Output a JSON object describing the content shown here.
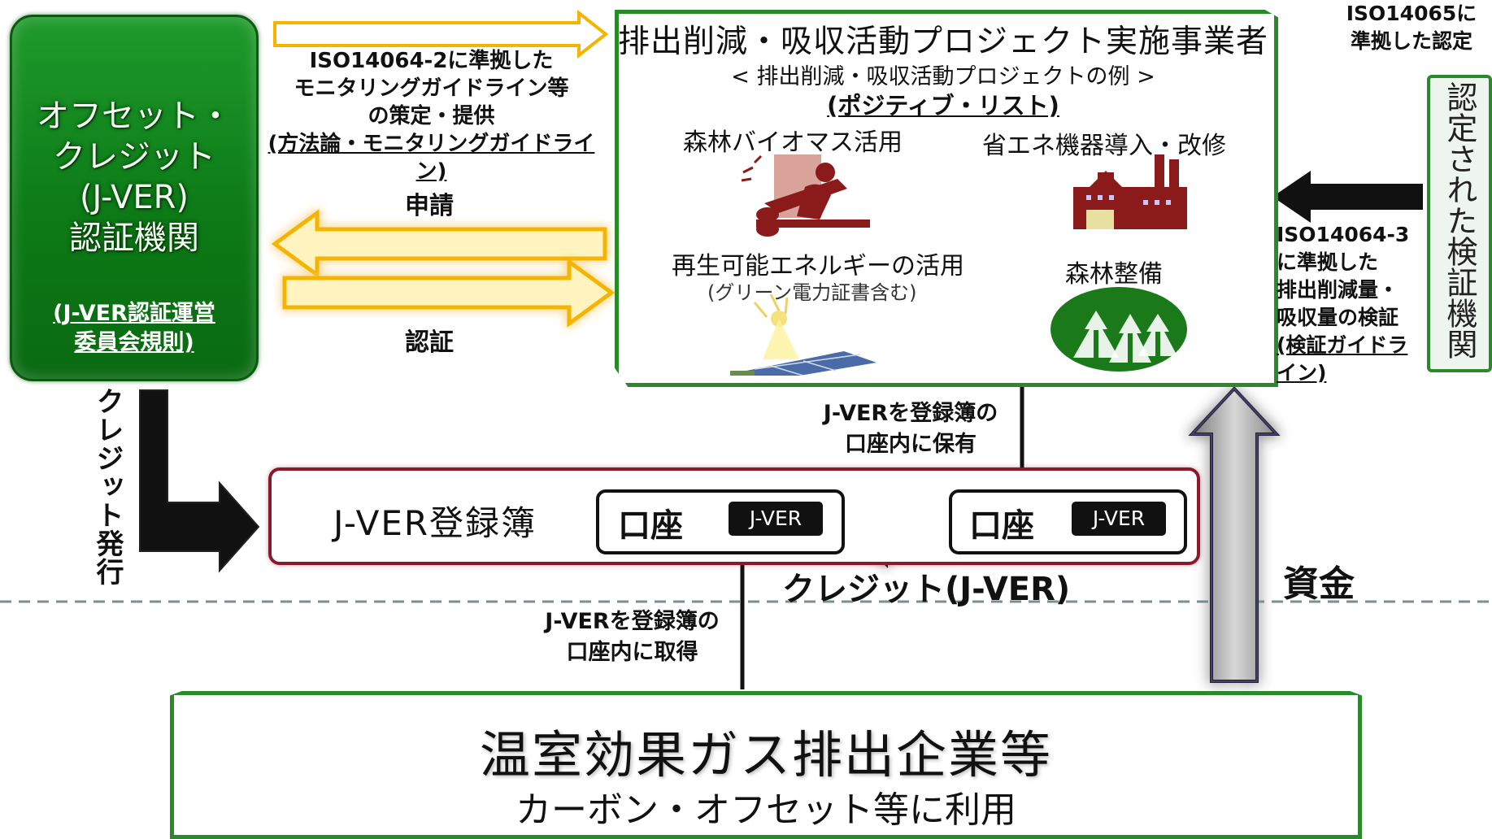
{
  "cert_body": {
    "title_lines": [
      "オフセット・",
      "クレジット",
      "(J-VER)",
      "認証機関"
    ],
    "rules_lines": [
      "(J-VER認証運営",
      "委員会規則)"
    ]
  },
  "guideline_label": [
    "ISO14064-2に準拠した",
    "モニタリングガイドライン等",
    "の策定・提供",
    "(方法論・モニタリングガイドライン)"
  ],
  "apply_label": "申請",
  "certify_label": "認証",
  "credit_issue_label": "クレジット発行",
  "project": {
    "title": "排出削減・吸収活動プロジェクト実施事業者",
    "subtitle": "< 排出削減・吸収活動プロジェクトの例 >",
    "positive_list": "(ポジティブ・リスト)",
    "examples": [
      {
        "label": "森林バイオマス活用",
        "icon": "chainsaw-worker-icon"
      },
      {
        "label": "省エネ機器導入・改修",
        "icon": "factory-icon"
      },
      {
        "label": "再生可能エネルギーの活用",
        "note": "(グリーン電力証書含む)",
        "icon": "solar-panel-icon"
      },
      {
        "label": "森林整備",
        "icon": "forest-icon"
      }
    ]
  },
  "iso14065_label": [
    "ISO14065に",
    "準拠した認定"
  ],
  "verifier_label": "認定された検証機関",
  "iso14064_3_label": [
    "ISO14064-3",
    "に準拠した",
    "排出削減量・",
    "吸収量の検証",
    "(検証ガイドラ",
    "イン)"
  ],
  "hold_label": [
    "J-VERを登録簿の",
    "口座内に保有"
  ],
  "registry": {
    "label": "J-VER登録簿",
    "account_label": "口座",
    "badge": "J-VER"
  },
  "credit_transfer_label": "クレジット(J-VER)",
  "acquire_label": [
    "J-VERを登録簿の",
    "口座内に取得"
  ],
  "funds_label": "資金",
  "emitter": {
    "title": "温室効果ガス排出企業等",
    "subtitle": "カーボン・オフセット等に利用"
  },
  "colors": {
    "green": "#1a8a22",
    "arrow_orange": "#f4b400",
    "registry_border": "#8a1a2a",
    "funds_arrow": "#9a9a9a"
  }
}
